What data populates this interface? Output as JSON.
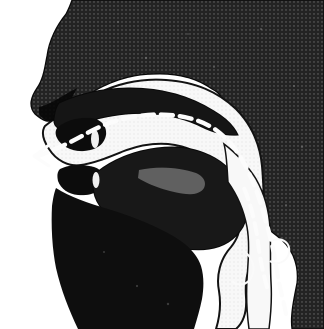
{
  "figure": {
    "subject": "sagittal-section-head-vocal-tract",
    "style": "monochrome-halftone-print",
    "arrow_direction": "outward-through-mouth",
    "colors": {
      "ink": "#1f1f1f",
      "paper": "#f7f7f4",
      "mid_gray": "#7a7a7a",
      "light_gray": "#bdbdbd"
    }
  }
}
